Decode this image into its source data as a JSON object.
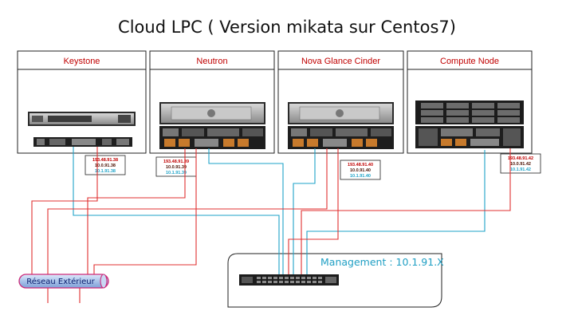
{
  "title": "Cloud LPC ( Version mikata sur Centos7)",
  "nodes": [
    {
      "label": "Keystone",
      "ips": [
        "193.48.91.38",
        "10.0.91.38",
        "10.1.91.38"
      ]
    },
    {
      "label": "Neutron",
      "ips": [
        "193.48.91.39",
        "10.0.91.39",
        "10.1.91.39"
      ]
    },
    {
      "label": "Nova Glance Cinder",
      "ips": [
        "193.48.91.40",
        "10.0.91.40",
        "10.1.91.40"
      ]
    },
    {
      "label": "Compute Node",
      "ips": [
        "193.48.91.42",
        "10.0.91.42",
        "10.1.91.42"
      ]
    }
  ],
  "management": {
    "label": "Management : 10.1.91.X"
  },
  "external": {
    "label": "Réseau Extérieur"
  },
  "colors": {
    "public": "#e03030",
    "internal": "#c00000",
    "management": "#1ea3c8",
    "ip_public": "#c00000",
    "ip_internal": "#4a0f00",
    "ip_management": "#1ea3c8",
    "pipe": "#cc2a7a",
    "pipe_fill": "#a9c3ea"
  }
}
